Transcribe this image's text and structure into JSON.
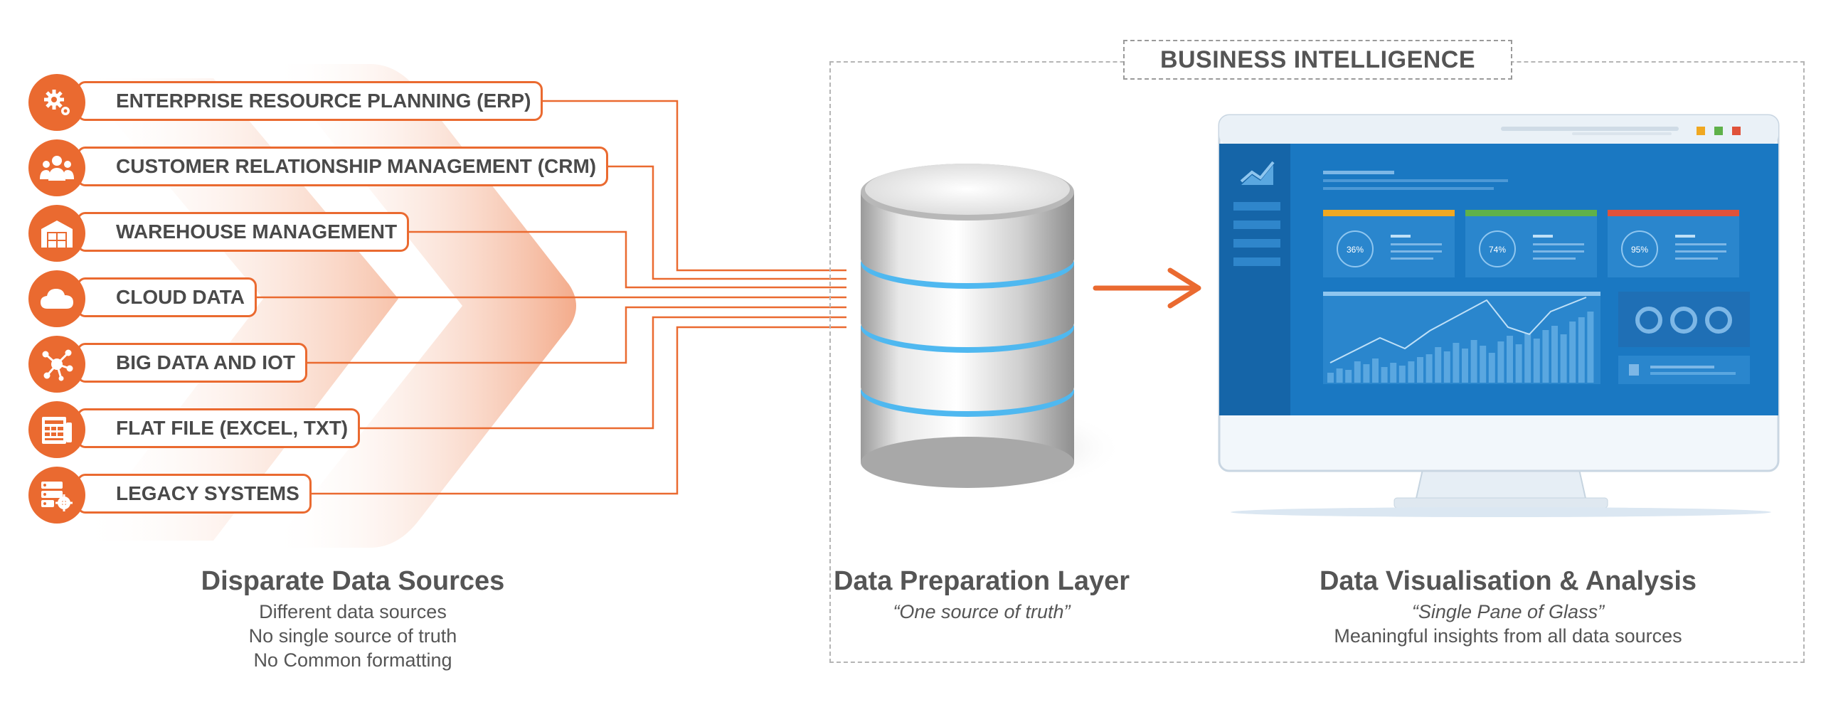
{
  "bi_title": "BUSINESS INTELLIGENCE",
  "sources": [
    {
      "label": "ENTERPRISE RESOURCE PLANNING (ERP)",
      "icon": "gears-icon"
    },
    {
      "label": "CUSTOMER RELATIONSHIP MANAGEMENT (CRM)",
      "icon": "people-icon"
    },
    {
      "label": "WAREHOUSE MANAGEMENT",
      "icon": "warehouse-icon"
    },
    {
      "label": "CLOUD DATA",
      "icon": "cloud-icon"
    },
    {
      "label": "BIG DATA AND IOT",
      "icon": "network-icon"
    },
    {
      "label": "FLAT FILE (EXCEL, TXT)",
      "icon": "spreadsheet-icon"
    },
    {
      "label": "LEGACY SYSTEMS",
      "icon": "server-gear-icon"
    }
  ],
  "captions": {
    "sources": {
      "title": "Disparate Data Sources",
      "lines": [
        "Different data sources",
        "No single source of truth",
        "No Common formatting"
      ]
    },
    "preparation": {
      "title": "Data Preparation Layer",
      "quote": "“One source of truth”"
    },
    "visualisation": {
      "title": "Data Visualisation & Analysis",
      "quote": "“Single Pane of Glass”",
      "line": "Meaningful insights from all data sources"
    }
  },
  "dashboard": {
    "kpis": [
      "36%",
      "74%",
      "95%"
    ],
    "kpi_colors": [
      "#f0a821",
      "#5fb14a",
      "#e0523a"
    ]
  },
  "colors": {
    "accent": "#ea6a30",
    "text": "#555555",
    "screen_blue": "#1a78c2",
    "disk_glow": "#4fb8f0"
  }
}
